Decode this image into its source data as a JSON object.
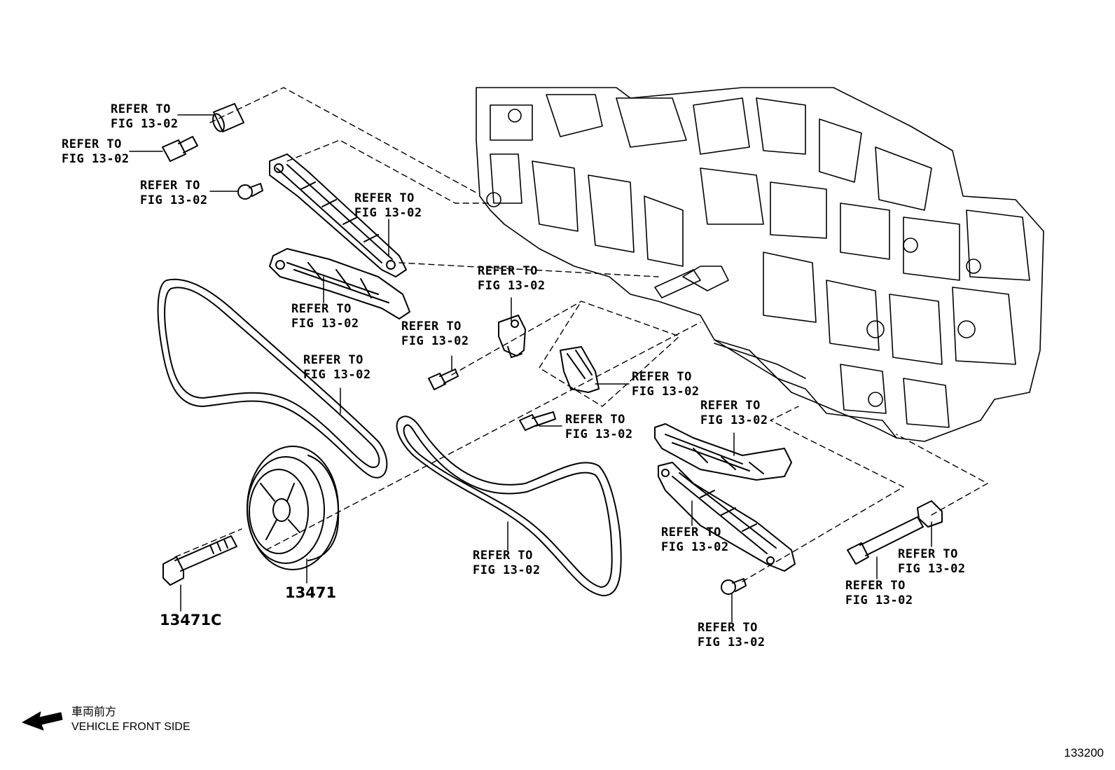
{
  "callouts": [
    {
      "line1": "REFER TO",
      "line2": "FIG 13-02"
    },
    {
      "line1": "REFER TO",
      "line2": "FIG 13-02"
    },
    {
      "line1": "REFER TO",
      "line2": "FIG 13-02"
    },
    {
      "line1": "REFER TO",
      "line2": "FIG 13-02"
    },
    {
      "line1": "REFER TO",
      "line2": "FIG 13-02"
    },
    {
      "line1": "REFER TO",
      "line2": "FIG 13-02"
    },
    {
      "line1": "REFER TO",
      "line2": "FIG 13-02"
    },
    {
      "line1": "REFER TO",
      "line2": "FIG 13-02"
    },
    {
      "line1": "REFER TO",
      "line2": "FIG 13-02"
    },
    {
      "line1": "REFER TO",
      "line2": "FIG 13-02"
    },
    {
      "line1": "REFER TO",
      "line2": "FIG 13-02"
    },
    {
      "line1": "REFER TO",
      "line2": "FIG 13-02"
    },
    {
      "line1": "REFER TO",
      "line2": "FIG 13-02"
    },
    {
      "line1": "REFER TO",
      "line2": "FIG 13-02"
    },
    {
      "line1": "REFER TO",
      "line2": "FIG 13-02"
    },
    {
      "line1": "REFER TO",
      "line2": "FIG 13-02"
    }
  ],
  "parts": {
    "pulley": "13471",
    "bolt": "13471C"
  },
  "legend": {
    "japanese": "車両前方",
    "english": "VEHICLE FRONT SIDE"
  },
  "figure_id": "133200"
}
